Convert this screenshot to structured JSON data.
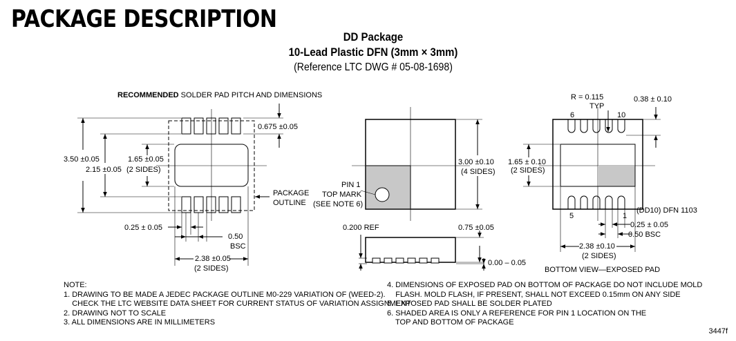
{
  "header": "PACKAGE DESCRIPTION",
  "title_line1": "DD Package",
  "title_line2": "10-Lead Plastic DFN (3mm × 3mm)",
  "title_line3": "(Reference LTC DWG # 05-08-1698)",
  "recommended": {
    "caption_bold": "RECOMMENDED",
    "caption_rest": " SOLDER PAD PITCH AND DIMENSIONS",
    "dim_0675": "0.675 ±0.05",
    "dim_350": "3.50 ±0.05",
    "dim_215": "2.15 ±0.05",
    "dim_165": "1.65 ±0.05",
    "dim_165_note": "(2 SIDES)",
    "package_outline_1": "PACKAGE",
    "package_outline_2": "OUTLINE",
    "dim_025": "0.25 ± 0.05",
    "dim_050": "0.50",
    "dim_050_bsc": "BSC",
    "dim_238": "2.38 ±0.05",
    "dim_238_note": "(2 SIDES)"
  },
  "top_view": {
    "pin1_1": "PIN 1",
    "pin1_2": "TOP MARK",
    "pin1_3": "(SEE NOTE 6)",
    "dim_300": "3.00 ±0.10",
    "dim_300_note": "(4 SIDES)",
    "dim_0200": "0.200 REF",
    "dim_075": "0.75 ±0.05",
    "dim_000": "0.00 – 0.05"
  },
  "bottom_view": {
    "radius": "R = 0.115",
    "typ": "TYP",
    "pin6": "6",
    "pin10": "10",
    "pin5": "5",
    "pin1": "1",
    "dim_038": "0.38 ± 0.10",
    "dim_165": "1.65 ± 0.10",
    "dim_165_note": "(2 SIDES)",
    "dim_025": "0.25 ± 0.05",
    "dim_050": "0.50 BSC",
    "dim_238": "2.38 ±0.10",
    "dim_238_note": "(2 SIDES)",
    "code": "(DD10) DFN 1103",
    "caption": "BOTTOM VIEW—EXPOSED PAD"
  },
  "notes_left": [
    "NOTE:",
    "1. DRAWING TO BE MADE A JEDEC PACKAGE OUTLINE M0-229 VARIATION OF (WEED-2).",
    "    CHECK THE LTC WEBSITE DATA SHEET FOR CURRENT STATUS OF VARIATION ASSIGNMENT",
    "2. DRAWING NOT TO SCALE",
    "3. ALL DIMENSIONS ARE IN MILLIMETERS"
  ],
  "notes_right": [
    "4. DIMENSIONS OF EXPOSED PAD ON BOTTOM OF PACKAGE DO NOT INCLUDE MOLD",
    "    FLASH. MOLD FLASH, IF PRESENT, SHALL NOT EXCEED 0.15mm ON ANY SIDE",
    "5. EXPOSED PAD SHALL BE SOLDER PLATED",
    "6. SHADED AREA IS ONLY A REFERENCE FOR PIN 1 LOCATION ON THE",
    "    TOP AND BOTTOM OF PACKAGE"
  ],
  "figure_id": "3447f"
}
